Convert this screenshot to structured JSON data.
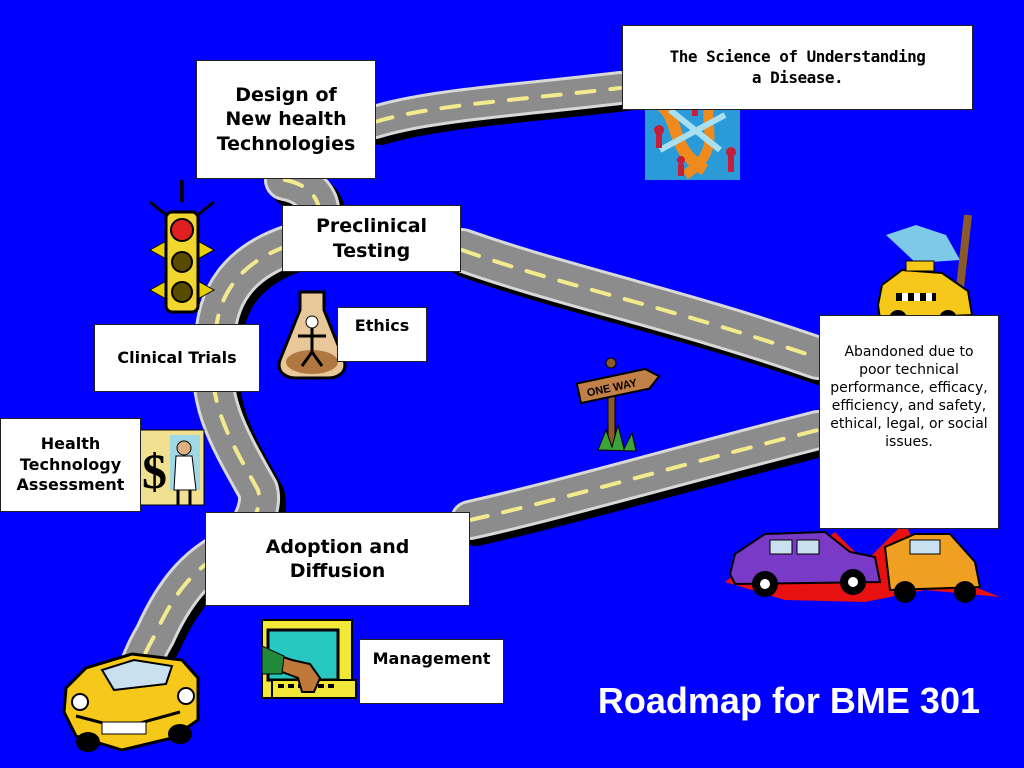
{
  "slide_title": "Roadmap for BME 301",
  "labels": {
    "science": "The Science of Understanding\na Disease.",
    "design": "Design of\nNew health\nTechnologies",
    "preclinical": "Preclinical\nTesting",
    "ethics": "Ethics",
    "clinical_trials": "Clinical Trials",
    "hta": "Health\nTechnology\nAssessment",
    "adoption": "Adoption and\nDiffusion",
    "management": "Management",
    "abandoned": "Abandoned due to poor technical performance, efficacy, efficiency, and safety, ethical, legal, or social issues."
  },
  "signpost_text": "ONE WAY",
  "dollar_sign": "$",
  "colors": {
    "background": "#0000fe",
    "road": "#8c8c8c",
    "road_shadow": "#000000",
    "road_edge": "#d8d8d8",
    "lane_marking": "#f2ea8c",
    "taxi": "#f6c81a",
    "title_text": "#ffffff"
  },
  "icons": [
    "dna-ladder-icon",
    "traffic-light-icon",
    "flask-figure-icon",
    "dollar-doctor-icon",
    "one-way-sign-icon",
    "taxi-crash-icon",
    "car-crash-icon",
    "computer-hand-icon",
    "old-yellow-car-icon"
  ]
}
